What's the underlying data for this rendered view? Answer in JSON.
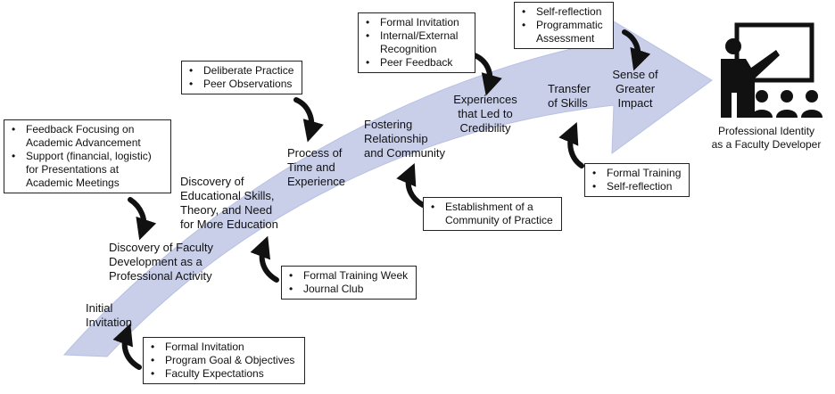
{
  "stages": [
    {
      "id": "initial-invitation",
      "text": "Initial\nInvitation"
    },
    {
      "id": "discovery-faculty-dev",
      "text": "Discovery of Faculty\nDevelopment as a\nProfessional Activity"
    },
    {
      "id": "discovery-edu-skills",
      "text": "Discovery of\nEducational Skills,\nTheory, and Need\nfor More Education"
    },
    {
      "id": "process-time",
      "text": "Process of\nTime and\nExperience"
    },
    {
      "id": "fostering-relationship",
      "text": "Fostering\nRelationship\nand Community"
    },
    {
      "id": "experiences-credibility",
      "text": "Experiences\nthat Led to\nCredibility"
    },
    {
      "id": "transfer-skills",
      "text": "Transfer\nof Skills"
    },
    {
      "id": "sense-impact",
      "text": "Sense of\nGreater\nImpact"
    }
  ],
  "boxes": [
    {
      "id": "feedback-support",
      "items": [
        "Feedback Focusing on Academic Advancement",
        "Support (financial, logistic) for Presentations at Academic Meetings"
      ]
    },
    {
      "id": "deliberate-practice",
      "items": [
        "Deliberate Practice",
        "Peer Observations"
      ]
    },
    {
      "id": "formal-invitation-recognition",
      "items": [
        "Formal Invitation",
        "Internal/External Recognition",
        "Peer Feedback"
      ]
    },
    {
      "id": "self-reflection-assessment",
      "items": [
        "Self-reflection",
        "Programmatic Assessment"
      ]
    },
    {
      "id": "formal-training-reflection",
      "items": [
        "Formal Training",
        "Self-reflection"
      ]
    },
    {
      "id": "community-of-practice",
      "items": [
        "Establishment of a Community of Practice"
      ]
    },
    {
      "id": "training-week",
      "items": [
        "Formal Training Week",
        "Journal Club"
      ]
    },
    {
      "id": "invitation-goals",
      "items": [
        "Formal Invitation",
        "Program Goal & Objectives",
        "Faculty Expectations"
      ]
    }
  ],
  "goal": {
    "text": "Professional Identity\nas a Faculty Developer",
    "icon": "teacher-at-board-icon"
  },
  "colors": {
    "arrow": "#c9cfe9",
    "arrow_edge": "#b3bbe0",
    "ink": "#111111"
  }
}
